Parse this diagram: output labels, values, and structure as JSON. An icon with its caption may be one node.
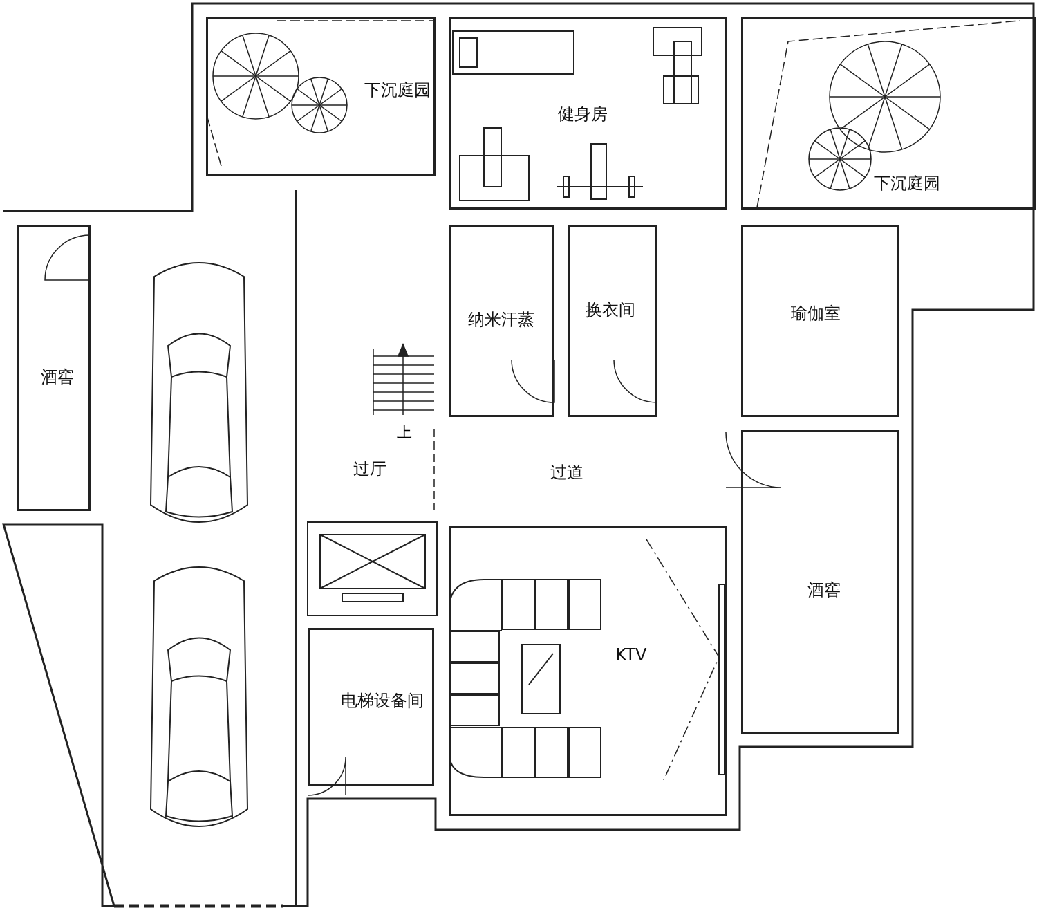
{
  "diagram": {
    "nodes": [
      {
        "text": [
          "下沉庭园"
        ]
      },
      {
        "text": [
          "健身房"
        ]
      },
      {
        "text": [
          "下沉庭园"
        ]
      },
      {
        "text": [
          "纳米汗蒸"
        ]
      },
      {
        "text": [
          "换衣间"
        ]
      },
      {
        "text": [
          "瑜伽室"
        ]
      },
      {
        "text": [
          "酒窖"
        ]
      },
      {
        "text": [
          "过厅"
        ]
      },
      {
        "text": [
          "过道"
        ]
      },
      {
        "text": [
          "酒窖"
        ]
      },
      {
        "text": [
          "电梯设备间"
        ]
      },
      {
        "text": [
          "KTV"
        ]
      }
    ],
    "labels": [
      "上"
    ]
  }
}
